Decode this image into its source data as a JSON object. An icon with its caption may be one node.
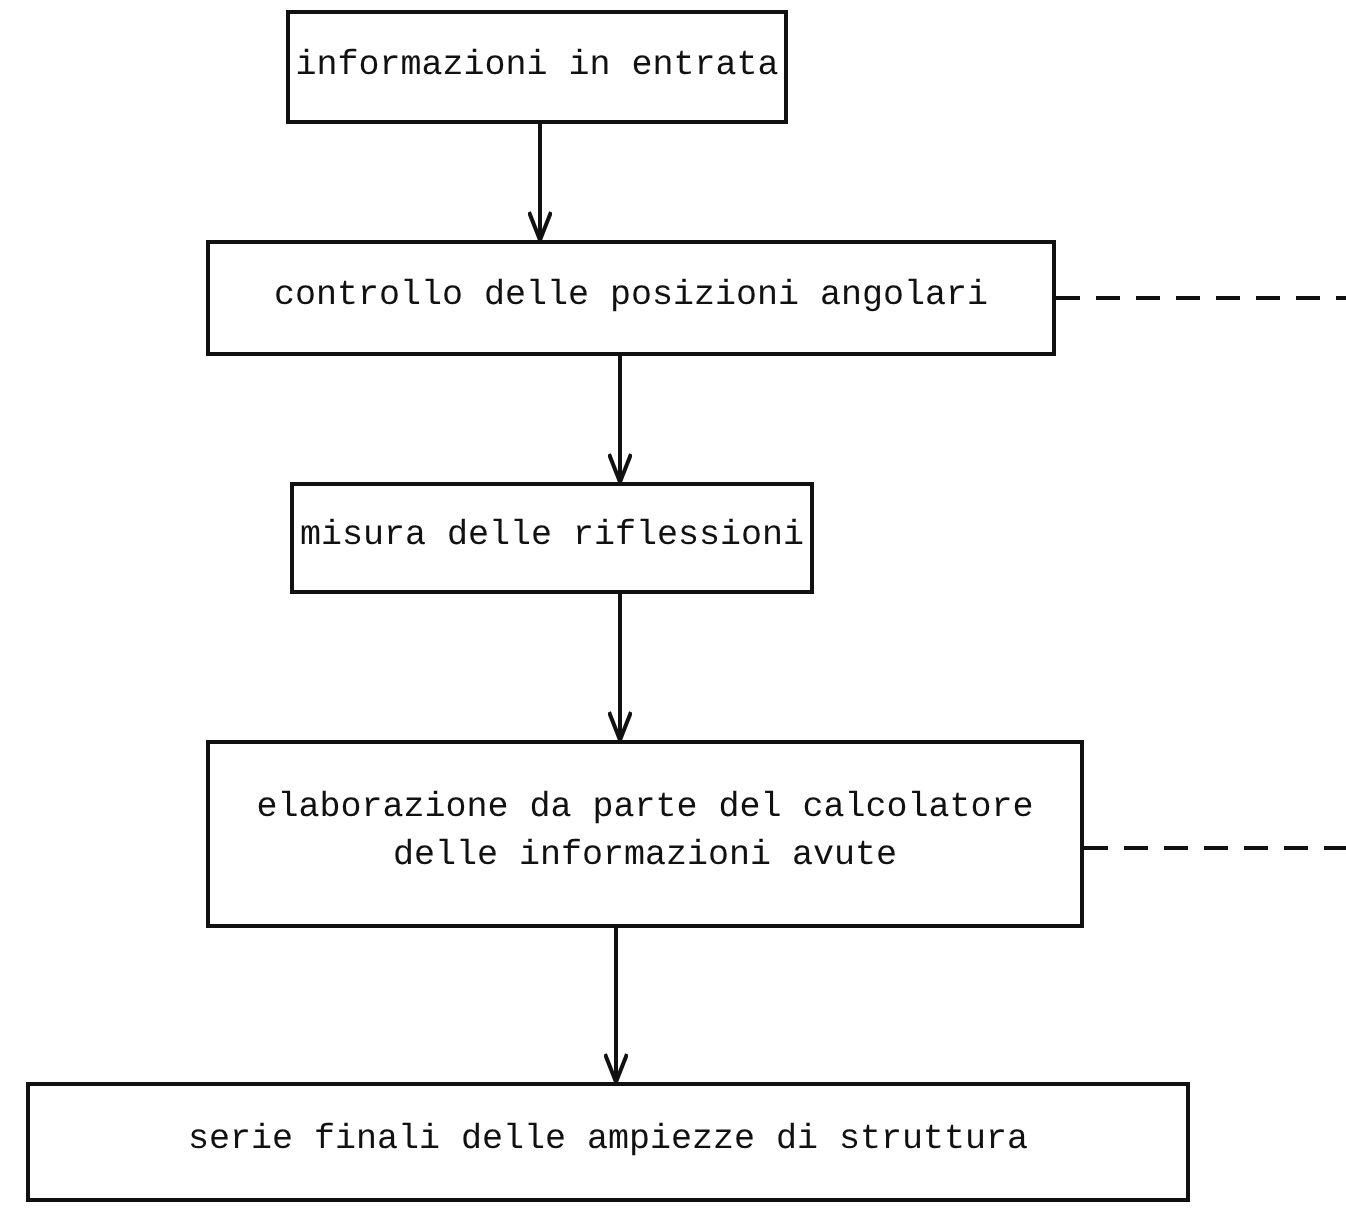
{
  "diagram": {
    "nodes": [
      {
        "text": [
          "informazioni in entrata"
        ]
      },
      {
        "text": [
          "controllo delle posizioni angolari"
        ]
      },
      {
        "text": [
          "misura delle riflessioni"
        ]
      },
      {
        "text": [
          "elaborazione da parte del calcolatore delle informazioni avute"
        ]
      },
      {
        "text": [
          "serie finali delle ampiezze di struttura"
        ]
      }
    ],
    "edges": [
      {
        "from": 0,
        "to": 1,
        "arrow": "to"
      },
      {
        "from": 1,
        "to": 2,
        "arrow": "to"
      },
      {
        "from": 2,
        "to": 3,
        "arrow": "to"
      },
      {
        "from": 3,
        "to": 4,
        "arrow": "to"
      },
      {
        "from": 1,
        "to": null,
        "arrow": "none",
        "style": "dashed"
      },
      {
        "from": 3,
        "to": null,
        "arrow": "none",
        "style": "dashed"
      }
    ]
  }
}
